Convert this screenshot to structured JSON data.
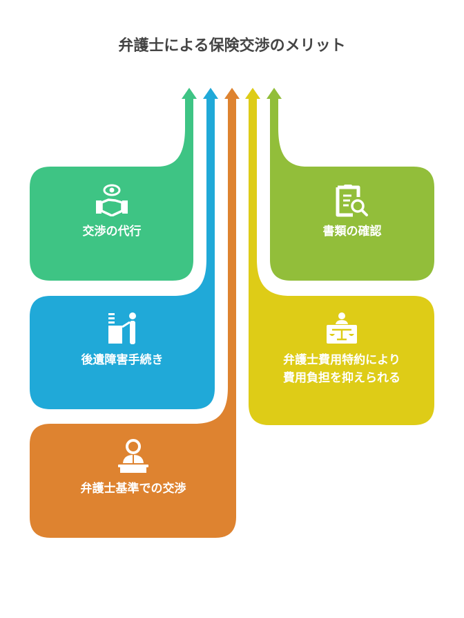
{
  "title": "弁護士による保険交渉のメリット",
  "colors": {
    "green": "#3EC484",
    "blue": "#20A9D8",
    "orange": "#DE8330",
    "yellow": "#DECC17",
    "lime": "#92BE3A"
  },
  "cards": [
    {
      "label": "交渉の代行",
      "icon": "handshake-eye-icon"
    },
    {
      "label": "後遺障害手続き",
      "icon": "presenter-podium-icon"
    },
    {
      "label": "弁護士基準での交渉",
      "icon": "lawyer-desk-icon"
    },
    {
      "label_line1": "弁護士費用特約により",
      "label_line2": "費用負担を抑えられる",
      "icon": "judge-scales-icon"
    },
    {
      "label": "書類の確認",
      "icon": "document-search-icon"
    }
  ]
}
